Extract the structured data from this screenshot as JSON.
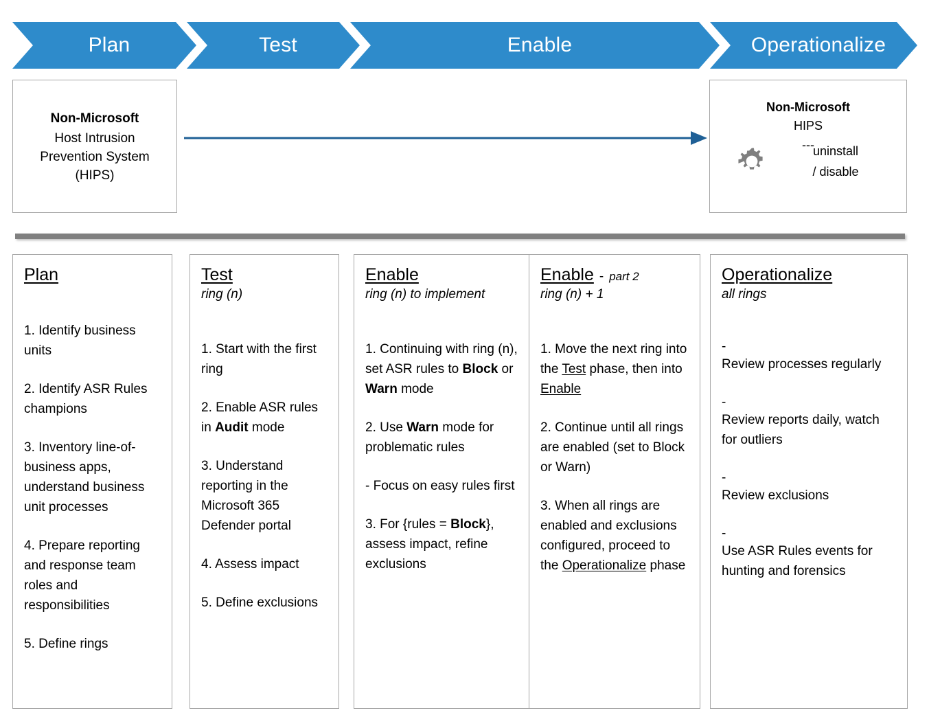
{
  "banner": {
    "phases": [
      {
        "id": "plan",
        "label": "Plan"
      },
      {
        "id": "test",
        "label": "Test"
      },
      {
        "id": "enable",
        "label": "Enable"
      },
      {
        "id": "operationalize",
        "label": "Operationalize"
      }
    ]
  },
  "top_row": {
    "left_box": {
      "title": "Non-Microsoft",
      "line1": "Host Intrusion",
      "line2": "Prevention System",
      "line3": "(HIPS)"
    },
    "arrow": {
      "name": "migration-arrow",
      "color": "#1F6096"
    },
    "right_box": {
      "title": "Non-Microsoft",
      "line1": "HIPS",
      "separator": "---",
      "action_line1": "uninstall",
      "action_line2": "/ disable",
      "icon": "gear-icon"
    }
  },
  "divider": {
    "color": "#808080"
  },
  "columns": [
    {
      "id": "plan",
      "title": "Plan",
      "part": "",
      "subtitle": "",
      "items": [
        "1. Identify business units",
        "2. Identify ASR Rules champions",
        "3. Inventory line-of-business apps, understand business unit processes",
        "4.  Prepare reporting and response team roles and responsibilities",
        "5. Define rings"
      ]
    },
    {
      "id": "test",
      "title": "Test",
      "part": "",
      "subtitle": "ring (n)",
      "items": [
        "1. Start with the first ring",
        "2. Enable ASR rules in Audit mode",
        "3. Understand reporting in the Microsoft 365 Defender portal",
        "4. Assess impact",
        "5. Define exclusions"
      ]
    },
    {
      "id": "enable",
      "title": "Enable",
      "part": "",
      "subtitle": "ring (n) to implement",
      "items": [
        "1. Continuing with ring (n), set ASR rules to Block or Warn mode",
        "2. Use Warn mode for problematic rules",
        "- Focus on easy rules first",
        "3. For {rules = Block}, assess impact, refine exclusions"
      ]
    },
    {
      "id": "enable2",
      "title": "Enable",
      "dash": "-",
      "part": "part 2",
      "subtitle": "ring (n) + 1",
      "items": [
        "1. Move the next ring into the Test phase, then into Enable",
        "2. Continue until all rings are enabled (set to Block or Warn)",
        "3. When all rings are enabled and exclusions configured, proceed to the Operationalize phase"
      ]
    },
    {
      "id": "operationalize",
      "title": "Operationalize",
      "part": "",
      "subtitle": "all rings",
      "dash_mark": "-",
      "items": [
        "Review processes regularly",
        "Review reports daily, watch for outliers",
        "Review exclusions",
        "Use ASR Rules events for hunting and forensics"
      ]
    }
  ]
}
